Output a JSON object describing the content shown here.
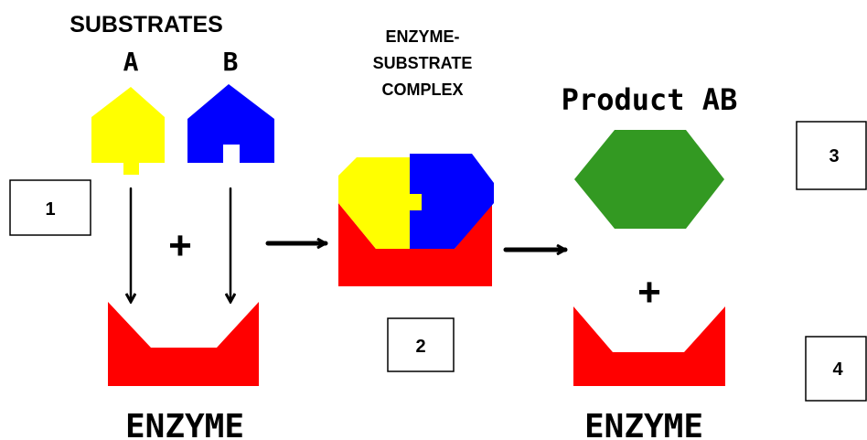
{
  "labels": {
    "substrates": "SUBSTRATES",
    "substrate_a": "A",
    "substrate_b": "B",
    "complex_line1": "ENZYME-",
    "complex_line2": "SUBSTRATE",
    "complex_line3": "COMPLEX",
    "product": "Product AB",
    "enzyme_left": "ENZYME",
    "enzyme_right": "ENZYME",
    "plus_left": "+",
    "plus_right": "+"
  },
  "number_boxes": [
    "1",
    "2",
    "3",
    "4"
  ],
  "colors": {
    "substrate_a": "#ffff00",
    "substrate_b": "#0000ff",
    "enzyme": "#ff0000",
    "product": "#339922"
  }
}
